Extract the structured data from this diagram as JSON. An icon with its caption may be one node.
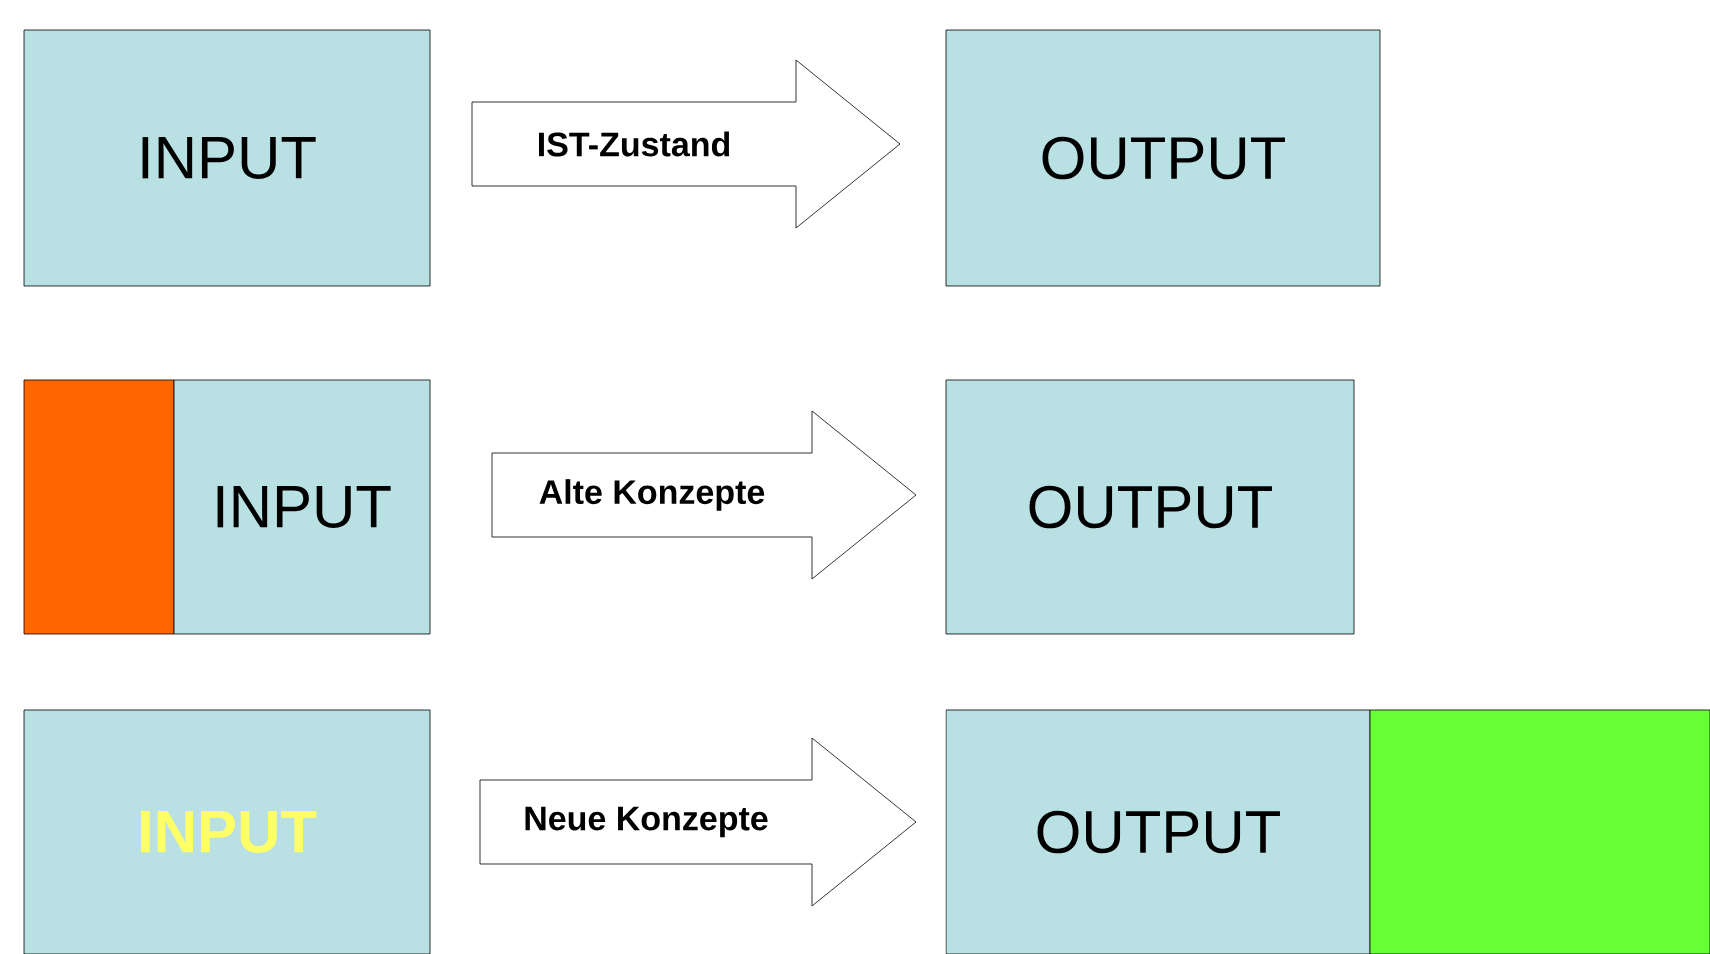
{
  "diagram": {
    "nodes": [
      {
        "text": [
          "INPUT"
        ]
      },
      {
        "text": [
          "OUTPUT"
        ]
      },
      {
        "text": [],
        "shape": "box"
      },
      {
        "text": [
          "INPUT"
        ]
      },
      {
        "text": [
          "OUTPUT"
        ]
      },
      {
        "text": [
          "INPUT"
        ]
      },
      {
        "text": [
          "OUTPUT"
        ]
      },
      {
        "text": [],
        "shape": "box"
      }
    ],
    "edges": [
      {
        "from": 0,
        "to": 1,
        "arrow": "to",
        "label": "IST-Zustand"
      },
      {
        "from": 3,
        "to": 4,
        "arrow": "to",
        "label": "Alte Konzepte"
      },
      {
        "from": 5,
        "to": 6,
        "arrow": "to",
        "label": "Neue Konzepte"
      }
    ]
  }
}
